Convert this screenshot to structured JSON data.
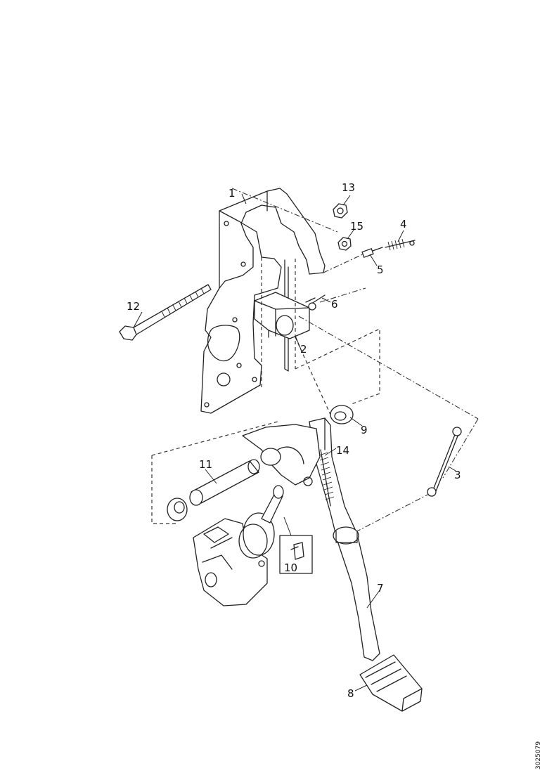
{
  "diagram": {
    "callouts": [
      {
        "id": "1",
        "label": "1"
      },
      {
        "id": "2",
        "label": "2"
      },
      {
        "id": "3",
        "label": "3"
      },
      {
        "id": "4",
        "label": "4"
      },
      {
        "id": "5",
        "label": "5"
      },
      {
        "id": "6",
        "label": "6"
      },
      {
        "id": "7",
        "label": "7"
      },
      {
        "id": "8",
        "label": "8"
      },
      {
        "id": "9",
        "label": "9"
      },
      {
        "id": "10",
        "label": "10"
      },
      {
        "id": "11",
        "label": "11"
      },
      {
        "id": "12",
        "label": "12"
      },
      {
        "id": "13",
        "label": "13"
      },
      {
        "id": "14",
        "label": "14"
      },
      {
        "id": "15",
        "label": "15"
      }
    ],
    "reference_code": "3025079"
  }
}
